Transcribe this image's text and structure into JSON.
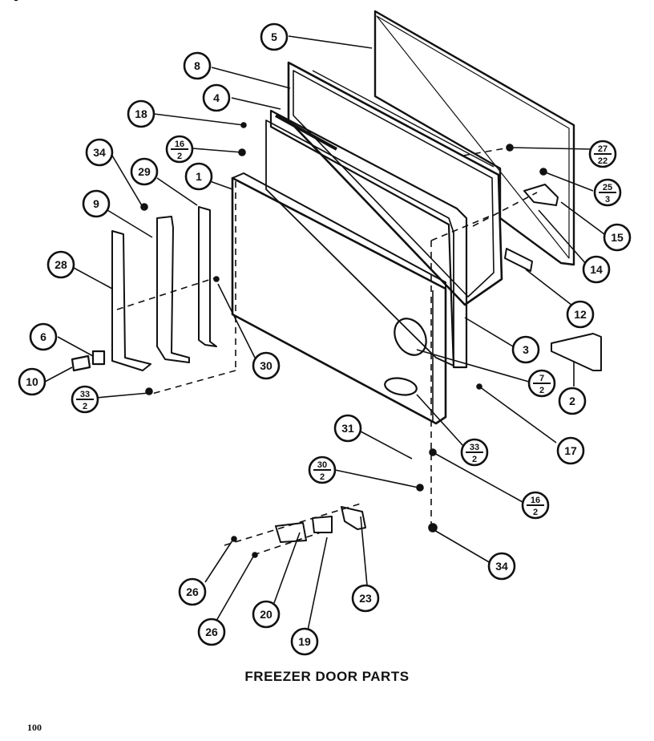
{
  "title": "FREEZER DOOR PARTS",
  "page_number": "100",
  "callouts": [
    {
      "id": "c5",
      "top": "5"
    },
    {
      "id": "c8",
      "top": "8"
    },
    {
      "id": "c4",
      "top": "4"
    },
    {
      "id": "c18",
      "top": "18"
    },
    {
      "id": "c16-2a",
      "top": "16",
      "bottom": "2"
    },
    {
      "id": "c34a",
      "top": "34"
    },
    {
      "id": "c29",
      "top": "29"
    },
    {
      "id": "c1",
      "top": "1"
    },
    {
      "id": "c9",
      "top": "9"
    },
    {
      "id": "c28",
      "top": "28"
    },
    {
      "id": "c6",
      "top": "6"
    },
    {
      "id": "c10",
      "top": "10"
    },
    {
      "id": "c33-2a",
      "top": "33",
      "bottom": "2"
    },
    {
      "id": "c30a",
      "top": "30"
    },
    {
      "id": "c27-22",
      "top": "27",
      "bottom": "22"
    },
    {
      "id": "c25-3",
      "top": "25",
      "bottom": "3"
    },
    {
      "id": "c15",
      "top": "15"
    },
    {
      "id": "c14",
      "top": "14"
    },
    {
      "id": "c12",
      "top": "12"
    },
    {
      "id": "c3",
      "top": "3"
    },
    {
      "id": "c7-2",
      "top": "7",
      "bottom": "2"
    },
    {
      "id": "c2",
      "top": "2"
    },
    {
      "id": "c17",
      "top": "17"
    },
    {
      "id": "c31",
      "top": "31"
    },
    {
      "id": "c33-2b",
      "top": "33",
      "bottom": "2"
    },
    {
      "id": "c30-2",
      "top": "30",
      "bottom": "2"
    },
    {
      "id": "c16-2b",
      "top": "16",
      "bottom": "2"
    },
    {
      "id": "c34b",
      "top": "34"
    },
    {
      "id": "c26a",
      "top": "26"
    },
    {
      "id": "c26b",
      "top": "26"
    },
    {
      "id": "c20",
      "top": "20"
    },
    {
      "id": "c19",
      "top": "19"
    },
    {
      "id": "c23",
      "top": "23"
    }
  ]
}
